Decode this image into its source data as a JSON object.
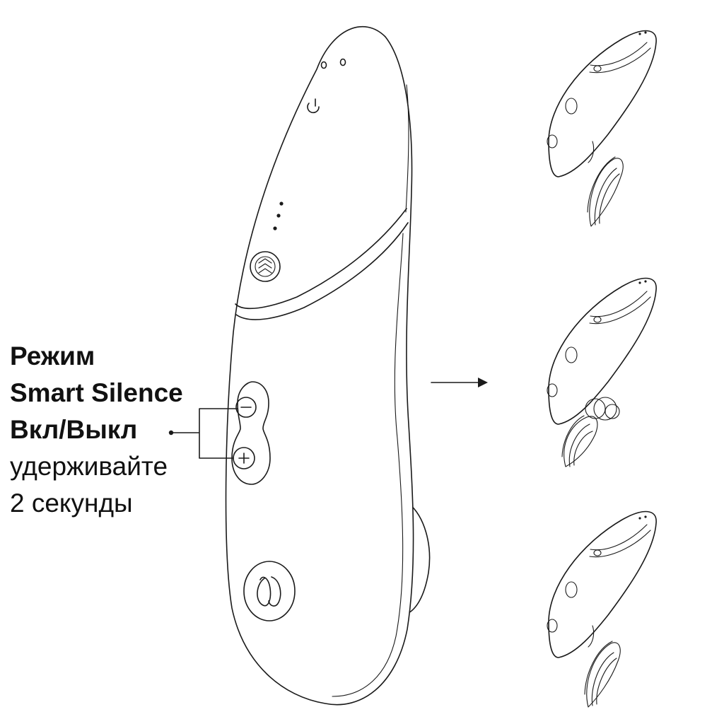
{
  "caption": {
    "line1": "Режим",
    "line2": "Smart Silence",
    "line3": "Вкл/Выкл",
    "line4": "удерживайте",
    "line5": "2 секунды"
  },
  "device": {
    "minus_symbol": "−",
    "plus_symbol": "+"
  },
  "colors": {
    "ink": "#1a1a1a",
    "background": "#ffffff"
  },
  "icons": [
    "power-icon",
    "led-indicator-dots",
    "pleasure-chevrons-icon",
    "minus-icon",
    "plus-icon",
    "brand-logo-icon",
    "arrow-right-icon"
  ]
}
